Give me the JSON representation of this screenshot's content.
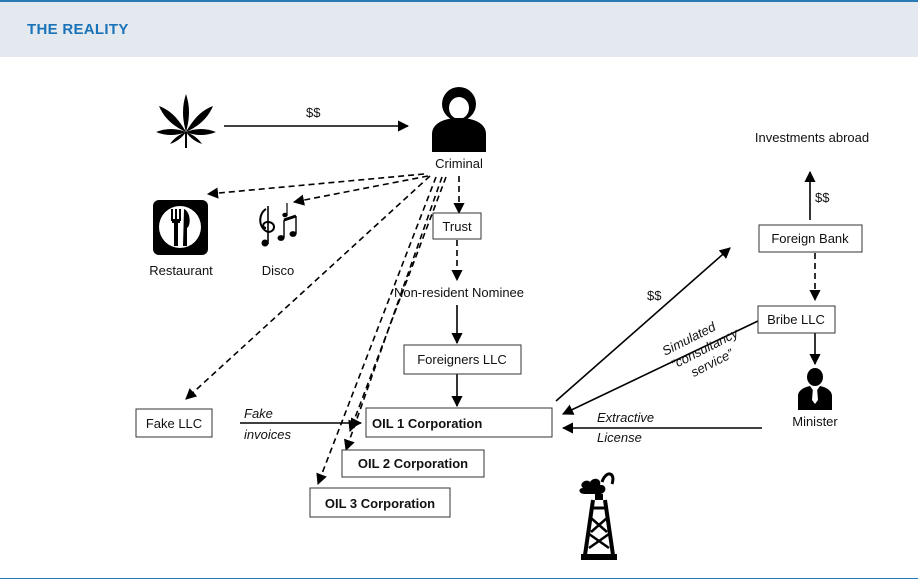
{
  "header": {
    "title": "THE REALITY"
  },
  "nodes": {
    "criminal": "Criminal",
    "trust": "Trust",
    "nominee": "Non-resident Nominee",
    "foreigners_llc": "Foreigners LLC",
    "oil1": "OIL 1 Corporation",
    "oil2": "OIL 2 Corporation",
    "oil3": "OIL 3 Corporation",
    "fake_llc": "Fake LLC",
    "restaurant": "Restaurant",
    "disco": "Disco",
    "investments": "Investments abroad",
    "foreign_bank": "Foreign Bank",
    "bribe_llc": "Bribe LLC",
    "minister": "Minister"
  },
  "edge_labels": {
    "drug_money": "$$",
    "bank_up": "$$",
    "oil_to_bank": "$$",
    "fake_invoices_1": "Fake",
    "fake_invoices_2": "invoices",
    "consultancy_1": "Simulated",
    "consultancy_2": "“consultancy",
    "consultancy_3": "service”",
    "license_1": "Extractive",
    "license_2": "License"
  },
  "icons": {
    "cannabis": "cannabis-leaf-icon",
    "criminal": "person-silhouette-icon",
    "restaurant": "fork-knife-icon",
    "disco": "music-notes-icon",
    "minister": "businessman-icon",
    "oil_rig": "oil-derrick-icon"
  }
}
